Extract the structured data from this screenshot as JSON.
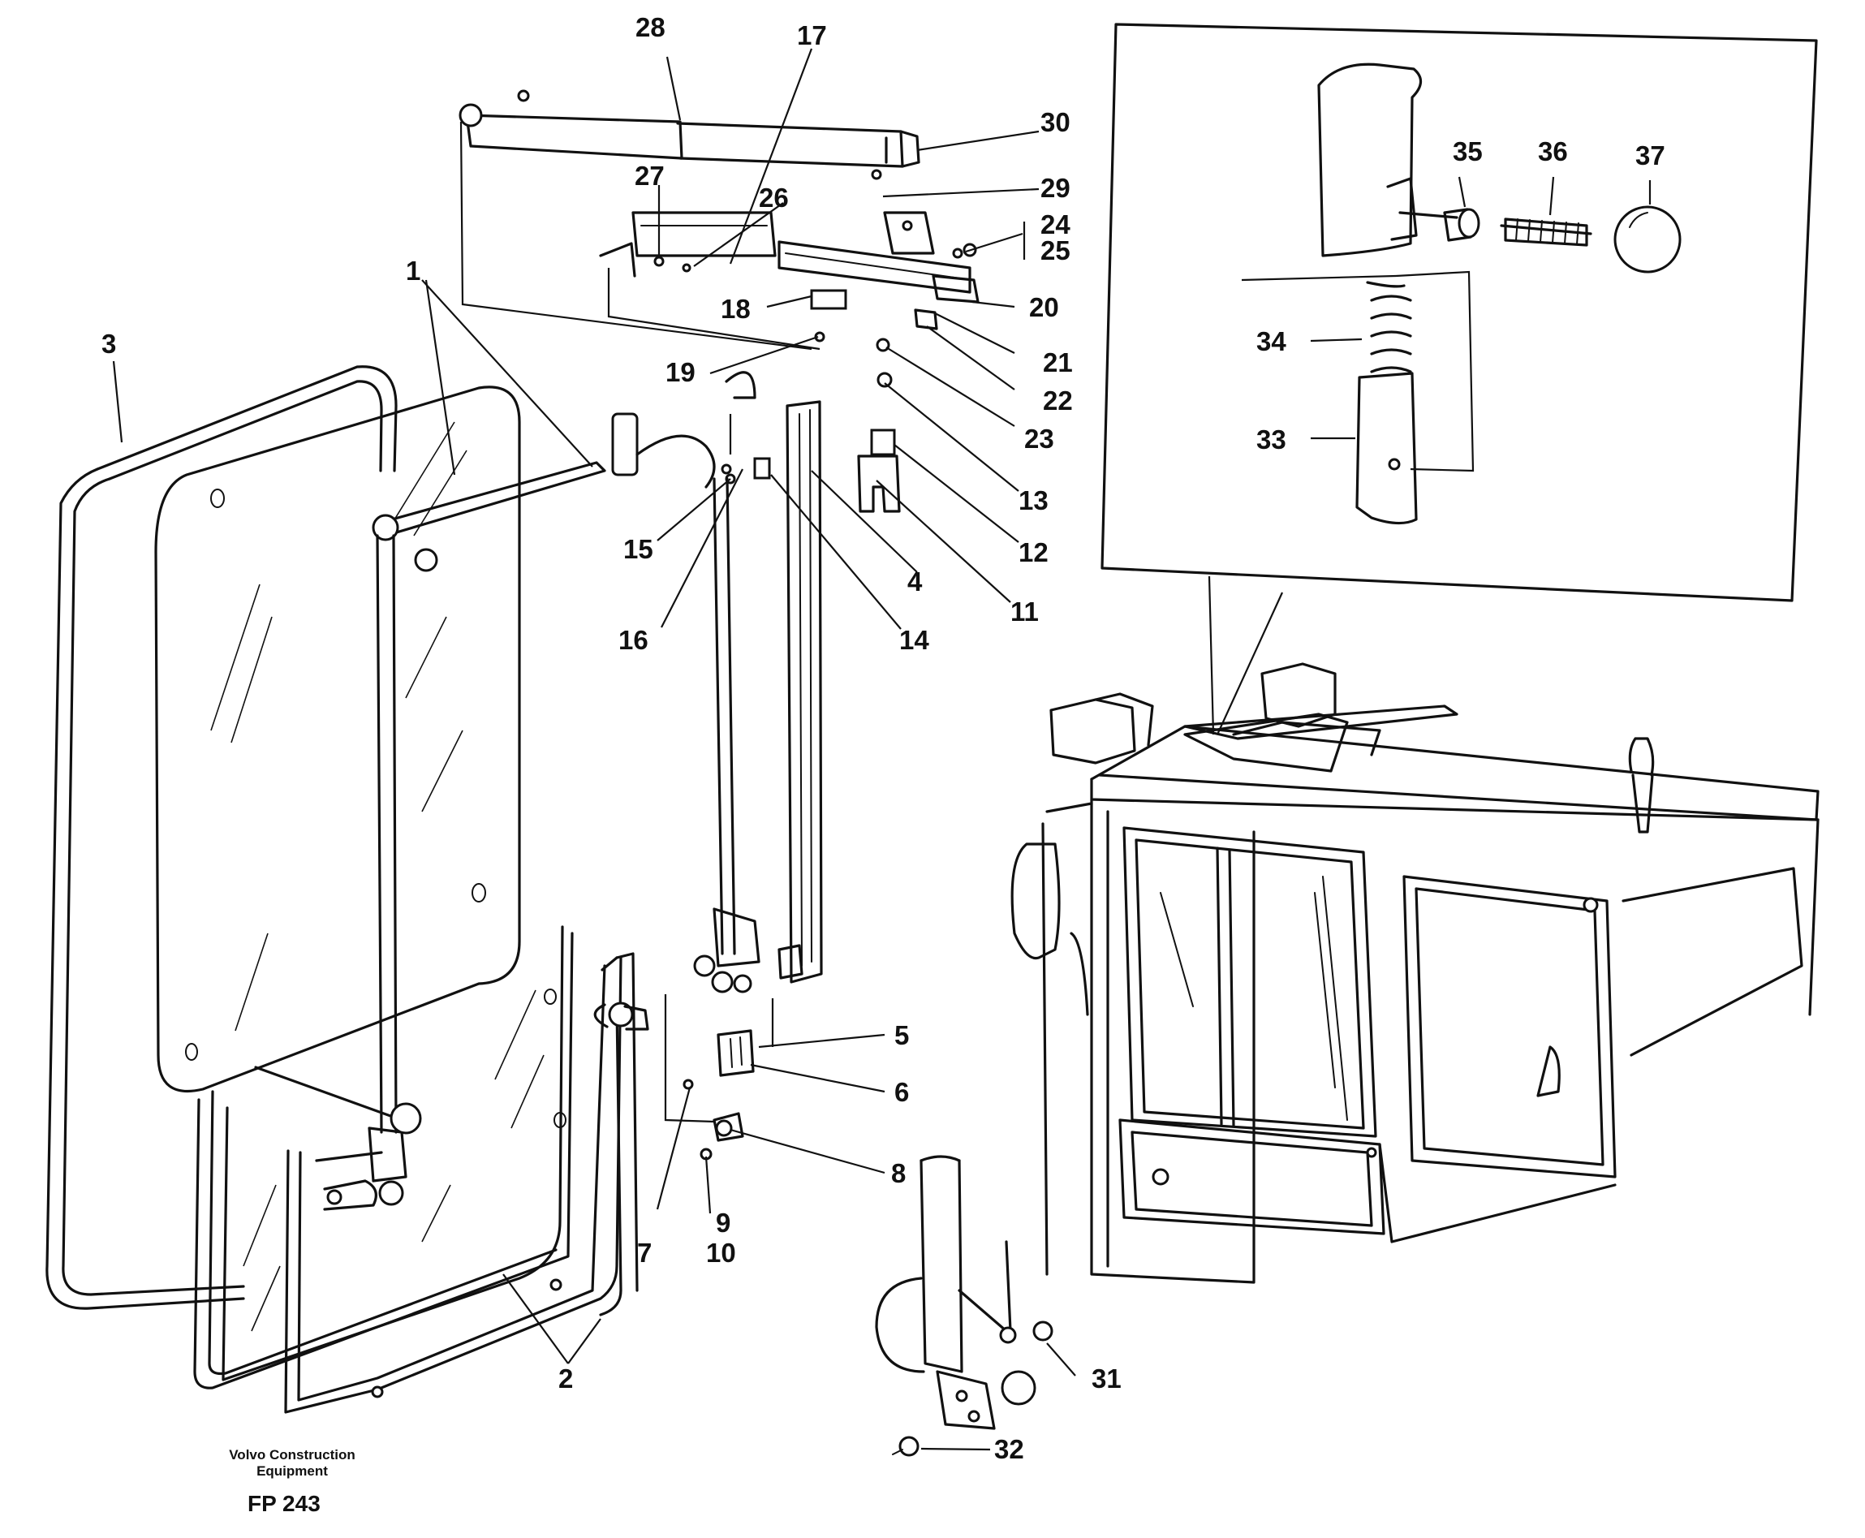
{
  "diagram": {
    "callouts": [
      "1",
      "2",
      "3",
      "4",
      "5",
      "6",
      "7",
      "8",
      "9",
      "10",
      "11",
      "12",
      "13",
      "14",
      "15",
      "16",
      "17",
      "18",
      "19",
      "20",
      "21",
      "22",
      "23",
      "24",
      "25",
      "26",
      "27",
      "28",
      "29",
      "30",
      "31",
      "32",
      "33",
      "34",
      "35",
      "36",
      "37"
    ],
    "footer": {
      "brand_line1": "Volvo Construction",
      "brand_line2": "Equipment",
      "figure_code": "FP 243"
    }
  }
}
